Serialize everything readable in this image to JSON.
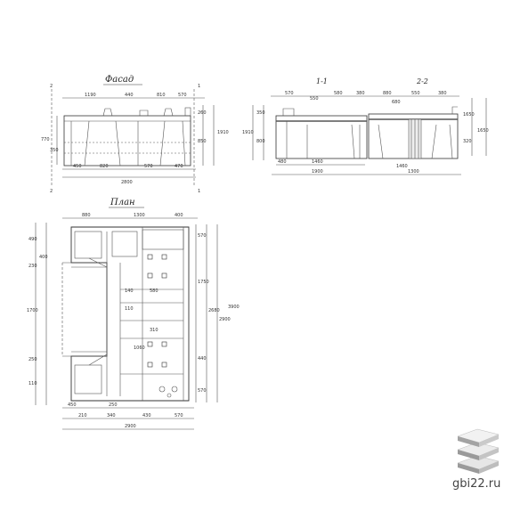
{
  "drawing": {
    "facade_title": "Фасад",
    "plan_title": "План",
    "section_1_title": "1-1",
    "section_2_title": "2-2",
    "axis_1": "1",
    "axis_2": "2",
    "facade_dims": {
      "top": [
        "1190",
        "440",
        "810",
        "570"
      ],
      "bottom": [
        "450",
        "820",
        "570",
        "470"
      ],
      "total": "2800",
      "left_h": [
        "770",
        "350"
      ],
      "right_h": [
        "260",
        "850",
        "1910"
      ]
    },
    "section_dims": {
      "top_a": [
        "570",
        "550",
        "580",
        "380"
      ],
      "top_b": [
        "880",
        "680",
        "550",
        "380"
      ],
      "bottom_a": [
        "480",
        "1460",
        "1460"
      ],
      "total_a": "1900",
      "total_b": "1300",
      "side_h": [
        "1910",
        "350",
        "800",
        "1650",
        "320",
        "1650"
      ]
    },
    "plan_dims": {
      "top": [
        "880",
        "1300",
        "400"
      ],
      "left": [
        "490",
        "400",
        "230",
        "1700",
        "250",
        "110"
      ],
      "right": [
        "570",
        "1750",
        "2680",
        "570",
        "440",
        "2900",
        "3900"
      ],
      "inner": [
        "140",
        "580",
        "110",
        "310",
        "1060"
      ],
      "bottom": [
        "450",
        "250",
        "210",
        "340",
        "430",
        "570",
        "2900"
      ]
    },
    "watermark": "gbi22.ru"
  }
}
